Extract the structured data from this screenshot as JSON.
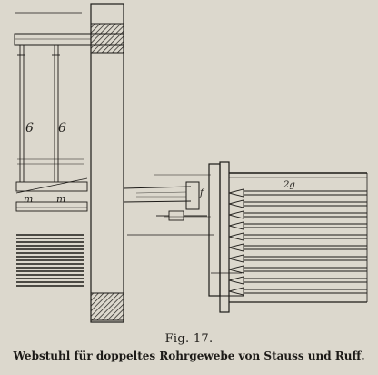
{
  "figure": {
    "labels": {
      "heddle_left": "6",
      "heddle_right": "6",
      "weight_left": "m",
      "weight_right": "m",
      "center_mark": "f",
      "cloth_mark": "2g"
    }
  },
  "caption": {
    "number": "Fig. 17.",
    "title": "Webstuhl für doppeltes Rohrgewebe von Stauss und Ruff."
  },
  "colors": {
    "paper": "#dcd8cd",
    "ink": "#1c1a17"
  }
}
